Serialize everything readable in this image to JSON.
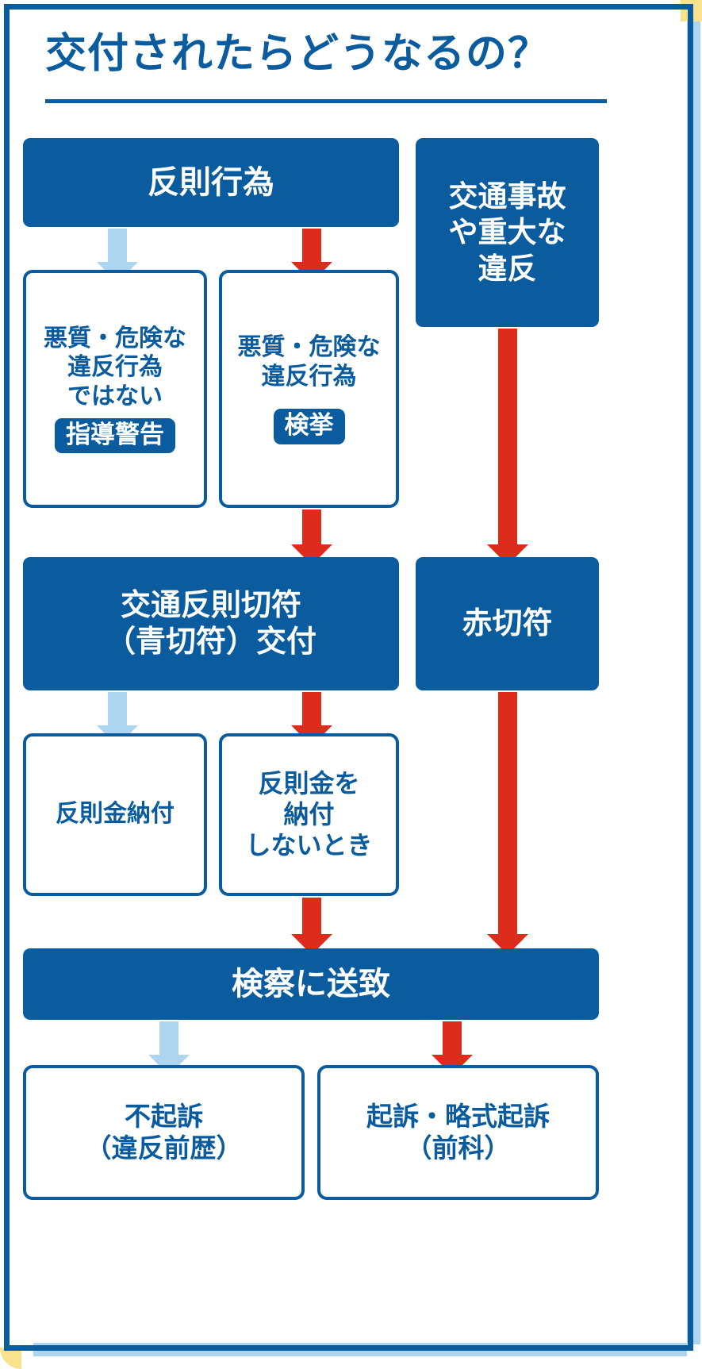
{
  "document": {
    "title": "交付されたらどうなるの？",
    "type": "flowchart",
    "language": "ja"
  },
  "colors": {
    "primary_blue": "#0B5C9E",
    "light_blue_arrow": "#ADD5EF",
    "red_arrow": "#DD2B1C",
    "accent_strip": "#ADD5EF",
    "corner_yellow": "#FAE18E",
    "background": "#FFFFFF"
  },
  "nodes": {
    "violation_act": {
      "label": "反則行為",
      "style": "solid"
    },
    "accident_or_serious": {
      "label": "交通事故\nや重大な\n違反",
      "style": "solid"
    },
    "not_malicious": {
      "label": "悪質・危険な\n違反行為\nではない",
      "badge": "指導警告",
      "style": "outline"
    },
    "malicious": {
      "label": "悪質・危険な\n違反行為",
      "badge": "検挙",
      "style": "outline"
    },
    "blue_ticket": {
      "label": "交通反則切符\n（青切符）交付",
      "style": "solid"
    },
    "red_ticket": {
      "label": "赤切符",
      "style": "solid"
    },
    "fine_paid": {
      "label": "反則金納付",
      "style": "outline"
    },
    "fine_unpaid": {
      "label": "反則金を\n納付\nしないとき",
      "style": "outline"
    },
    "sent_to_prosecution": {
      "label": "検察に送致",
      "style": "solid"
    },
    "no_indictment": {
      "label": "不起訴\n（違反前歴）",
      "style": "outline"
    },
    "indictment": {
      "label": "起訴・略式起訴\n（前科）",
      "style": "outline"
    }
  },
  "arrows": [
    {
      "name": "violation-to-not-malicious",
      "color": "light_blue"
    },
    {
      "name": "violation-to-malicious",
      "color": "red"
    },
    {
      "name": "accident-to-red-ticket",
      "color": "red"
    },
    {
      "name": "malicious-to-blue-ticket",
      "color": "red"
    },
    {
      "name": "blue-ticket-to-fine-paid",
      "color": "light_blue"
    },
    {
      "name": "blue-ticket-to-fine-unpaid",
      "color": "red"
    },
    {
      "name": "fine-unpaid-to-prosecution",
      "color": "red"
    },
    {
      "name": "red-ticket-to-prosecution",
      "color": "red"
    },
    {
      "name": "prosecution-to-no-indictment",
      "color": "light_blue"
    },
    {
      "name": "prosecution-to-indictment",
      "color": "red"
    }
  ]
}
